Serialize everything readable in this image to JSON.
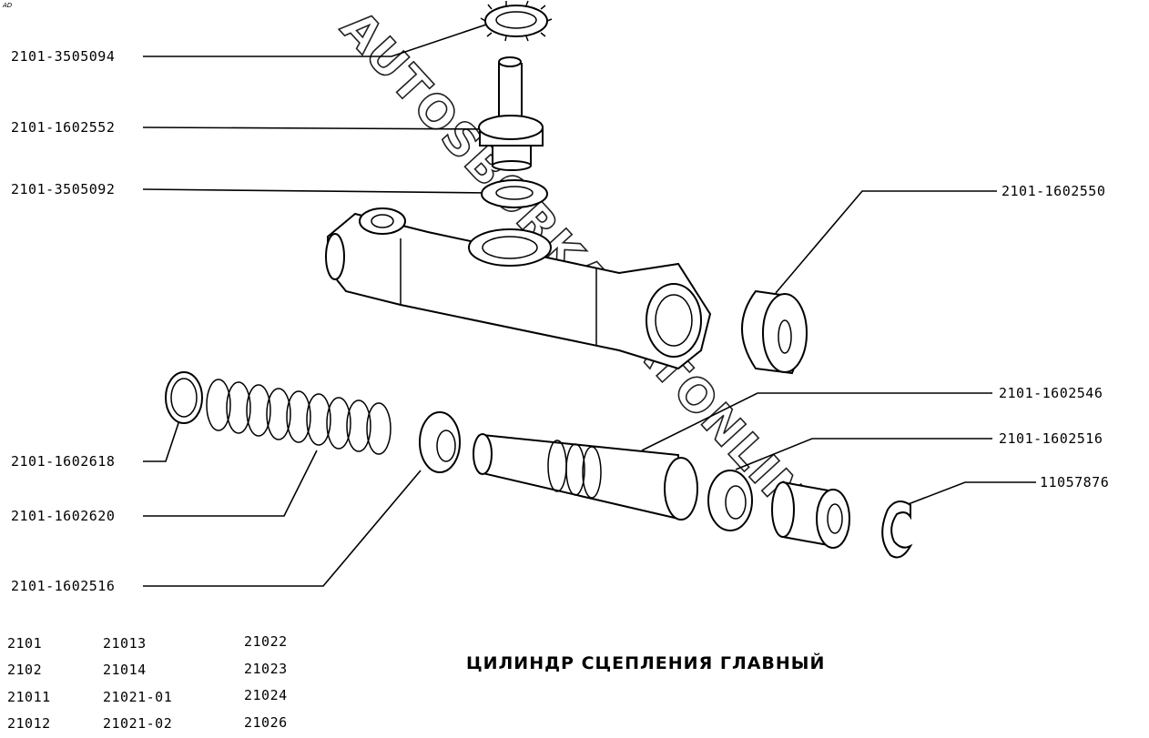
{
  "corner_mark": "AD",
  "title": "ЦИЛИНДР СЦЕПЛЕНИЯ ГЛАВНЫЙ",
  "watermark": "AUTOSBORKA.CATONLINE",
  "callouts": [
    "2101-3505094",
    "2101-1602552",
    "2101-3505092",
    "2101-1602550",
    "2101-1602546",
    "2101-1602516",
    "11057876",
    "2101-1602618",
    "2101-1602620",
    "2101-1602516"
  ],
  "models": {
    "col1": [
      "2101",
      "2102",
      "21011",
      "21012"
    ],
    "col2": [
      "21013",
      "21014",
      "21021-01",
      "21021-02"
    ],
    "col3": [
      "21022",
      "21023",
      "21024",
      "21026"
    ]
  }
}
